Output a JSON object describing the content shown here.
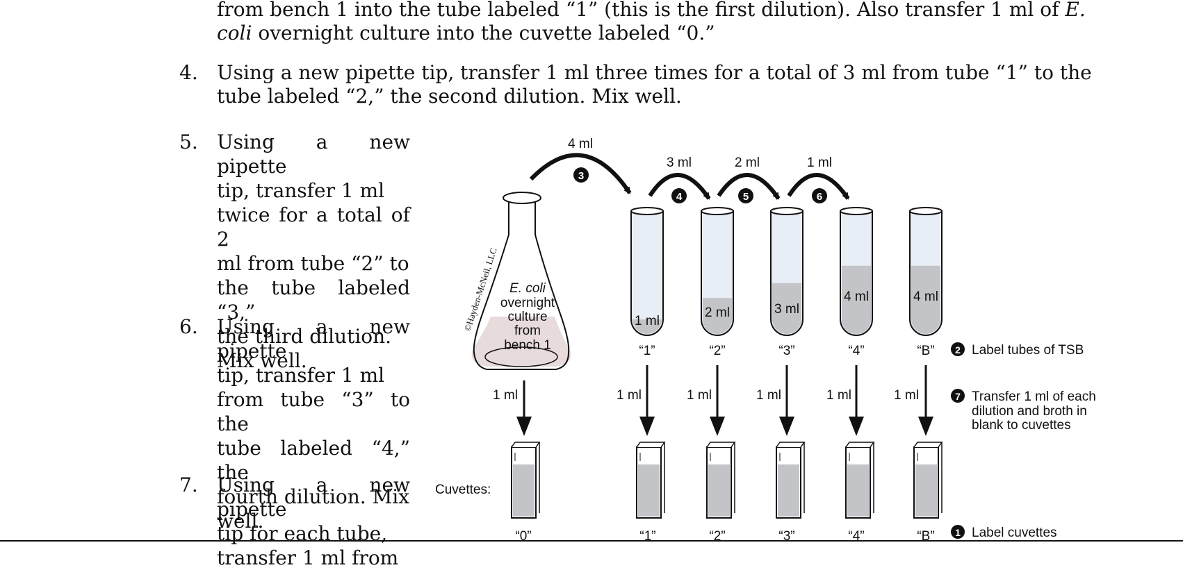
{
  "paragraph3": {
    "line1_pre": "from bench 1 into the tube labeled “1” (this is the first dilution). Also transfer 1 ml of ",
    "line1_em": "E.",
    "line2_em": "coli",
    "line2_post": " overnight culture into the cuvette labeled “0.”"
  },
  "step4": {
    "number": "4.",
    "line1": "Using a new pipette tip, transfer 1 ml three times for a total of 3 ml from tube “1” to the",
    "line2": "tube labeled “2,” the second dilution. Mix well."
  },
  "step5": {
    "number": "5.",
    "lines": [
      "Using a new pipette",
      "tip, transfer 1 ml",
      "twice for a total of 2",
      "ml from tube “2” to",
      "the tube labeled “3,”",
      "the third dilution.",
      "Mix well."
    ]
  },
  "step6": {
    "number": "6.",
    "lines": [
      "Using a new pipette",
      "tip, transfer 1 ml",
      "from tube “3” to the",
      "tube labeled “4,” the",
      "fourth dilution. Mix",
      "well."
    ]
  },
  "step7": {
    "number": "7.",
    "lines": [
      "Using a new pipette",
      "tip for each tube,",
      "transfer 1 ml from"
    ]
  },
  "figure": {
    "copyright": "©Hayden-McNeil, LLC",
    "flask_label": [
      "E. coli",
      "overnight",
      "culture",
      "from",
      "bench 1"
    ],
    "transfer_volumes": [
      "4 ml",
      "3 ml",
      "2 ml",
      "1 ml"
    ],
    "step_markers": [
      "3",
      "4",
      "5",
      "6"
    ],
    "tubes": [
      {
        "label": "“1”",
        "volume": "1 ml",
        "fill": 0.12
      },
      {
        "label": "“2”",
        "volume": "2 ml",
        "fill": 0.3
      },
      {
        "label": "“3”",
        "volume": "3 ml",
        "fill": 0.42
      },
      {
        "label": "“4”",
        "volume": "4 ml",
        "fill": 0.56
      },
      {
        "label": "“B”",
        "volume": "4 ml",
        "fill": 0.56
      }
    ],
    "down_volume": "1 ml",
    "cuvettes_label": "Cuvettes:",
    "cuvette_labels": [
      "“0”",
      "“1”",
      "“2”",
      "“3”",
      "“4”",
      "“B”"
    ],
    "legend": [
      {
        "marker": "2",
        "lines": [
          "Label tubes of TSB"
        ]
      },
      {
        "marker": "7",
        "lines": [
          "Transfer 1 ml of each",
          "dilution and broth in",
          "blank to cuvettes"
        ]
      },
      {
        "marker": "1",
        "lines": [
          "Label cuvettes"
        ]
      }
    ]
  },
  "colors": {
    "tube_glass": "#e8eef5",
    "liquid": "#c2c4c7",
    "flask_liquid": "#e7dbdc",
    "ink": "#111111"
  }
}
